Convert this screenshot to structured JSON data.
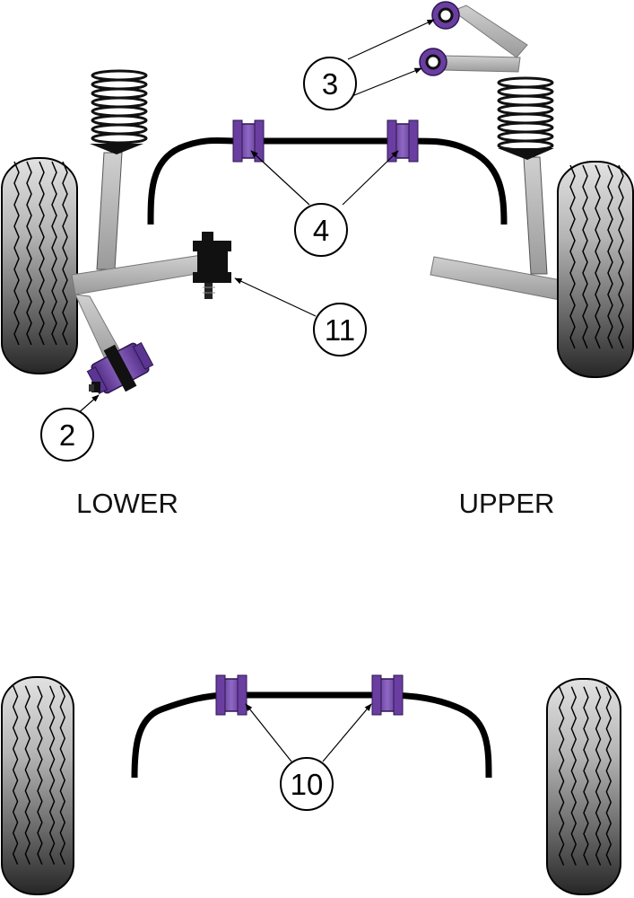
{
  "labels": {
    "lower": "LOWER",
    "upper": "UPPER"
  },
  "callouts": {
    "c2": "2",
    "c3": "3",
    "c4": "4",
    "c10": "10",
    "c11": "11"
  },
  "colors": {
    "bushing_purple": "#6a3ea1",
    "bushing_purple_light": "#9a72cc",
    "bushing_black": "#111111",
    "arm_grey": "#b3b3b3",
    "arm_grey_dark": "#8c8c8c",
    "tyre_dark": "#2e2e2e",
    "tyre_light": "#dedede",
    "bar_black": "#000000"
  },
  "icons": {
    "tyre": "tyre-icon",
    "spring": "coil-spring-icon",
    "bushing": "bushing-icon"
  }
}
